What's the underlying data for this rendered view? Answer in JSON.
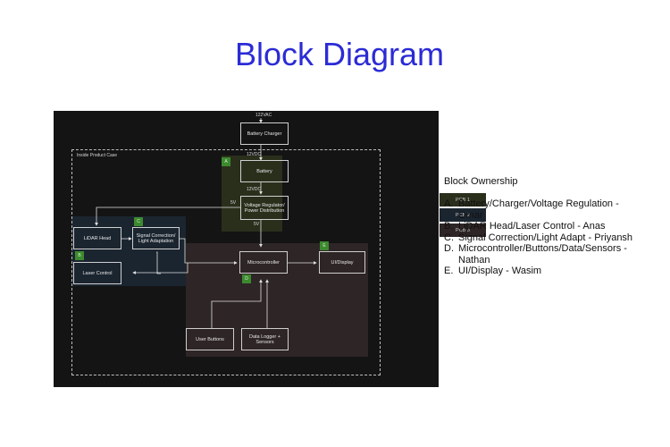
{
  "title": "Block Diagram",
  "diagram": {
    "supply_label": "122VAC",
    "case_label": "Inside Product Case",
    "net_12vdc_top": "12VDC",
    "net_12vdc_mid": "12VDC",
    "net_5v_left": "5V",
    "net_5v_down": "5V",
    "blocks": {
      "charger": "Battery Charger",
      "battery": "Battery",
      "regulator": "Voltage Regulator/ Power Distribution",
      "lidar": "LiDAR Head",
      "signal": "Signal Correction/ Light Adaptation",
      "laser": "Laser Control",
      "mcu": "Microcontroller",
      "ui": "UI/Display",
      "buttons": "User Buttons",
      "logger": "Data Logger + Sensors"
    },
    "badges": {
      "a": "A",
      "b": "B",
      "c": "C",
      "d": "D",
      "e": "E"
    },
    "legend": [
      {
        "label": "PCB 1",
        "color": "#2a2f1c"
      },
      {
        "label": "PCB 2",
        "color": "#1b2530"
      },
      {
        "label": "PCB 3",
        "color": "#2e2526"
      }
    ],
    "colors": {
      "background": "#141414",
      "pcb1": "#2a2f1c",
      "pcb2": "#1b2530",
      "pcb3": "#2e2526",
      "badge": "#3c8a2e"
    }
  },
  "ownership": {
    "heading": "Block Ownership",
    "items": [
      {
        "letter": "A.",
        "text": "Battery/Charger/Voltage Regulation - Omar"
      },
      {
        "letter": "B.",
        "text": "LiDAR Head/Laser Control - Anas"
      },
      {
        "letter": "C.",
        "text": "Signal Correction/Light Adapt - Priyansh"
      },
      {
        "letter": "D.",
        "text": "Microcontroller/Buttons/Data/Sensors - Nathan"
      },
      {
        "letter": "E.",
        "text": "UI/Display - Wasim"
      }
    ]
  }
}
